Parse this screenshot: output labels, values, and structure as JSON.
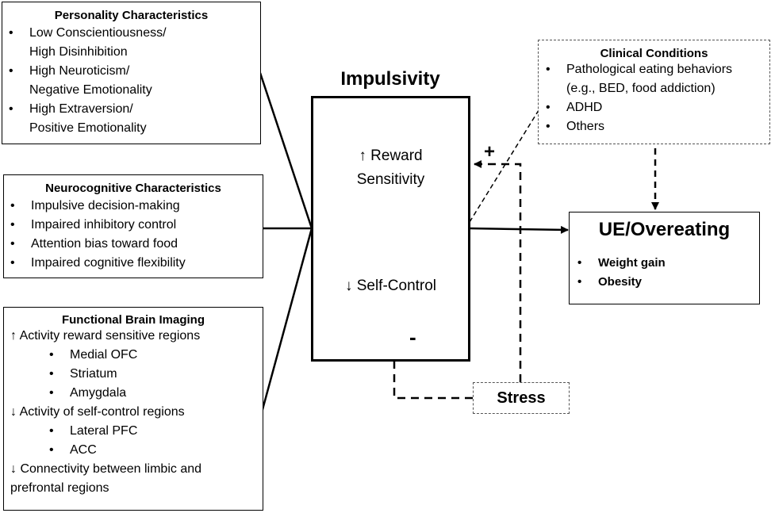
{
  "personality": {
    "title": "Personality Characteristics",
    "items": [
      [
        "Low Conscientiousness/",
        "High Disinhibition"
      ],
      [
        "High Neuroticism/",
        "Negative Emotionality"
      ],
      [
        "High Extraversion/",
        "Positive Emotionality"
      ]
    ]
  },
  "neurocognitive": {
    "title": "Neurocognitive Characteristics",
    "items": [
      "Impulsive decision-making",
      "Impaired inhibitory control",
      "Attention bias toward food",
      "Impaired cognitive flexibility"
    ]
  },
  "brain_imaging": {
    "title": "Functional Brain Imaging",
    "reward_heading": "↑ Activity reward sensitive regions",
    "reward_regions": [
      "Medial OFC",
      "Striatum",
      "Amygdala"
    ],
    "self_control_heading": "↓ Activity of self-control regions",
    "self_control_regions": [
      "Lateral PFC",
      "ACC"
    ],
    "connectivity_line1": "↓ Connectivity between limbic and",
    "connectivity_line2": "prefrontal regions"
  },
  "impulsivity": {
    "title": "Impulsivity",
    "reward_line1": "↑ Reward",
    "reward_line2": "Sensitivity",
    "self_control": "↓ Self-Control"
  },
  "clinical": {
    "title": "Clinical Conditions",
    "items": [
      [
        "Pathological eating behaviors",
        "(e.g., BED, food addiction)"
      ],
      [
        "ADHD"
      ],
      [
        "Others"
      ]
    ]
  },
  "outcome": {
    "title": "UE/Overeating",
    "items": [
      "Weight gain",
      "Obesity"
    ]
  },
  "stress": {
    "label": "Stress",
    "plus_sign": "+",
    "minus_sign": "-"
  }
}
